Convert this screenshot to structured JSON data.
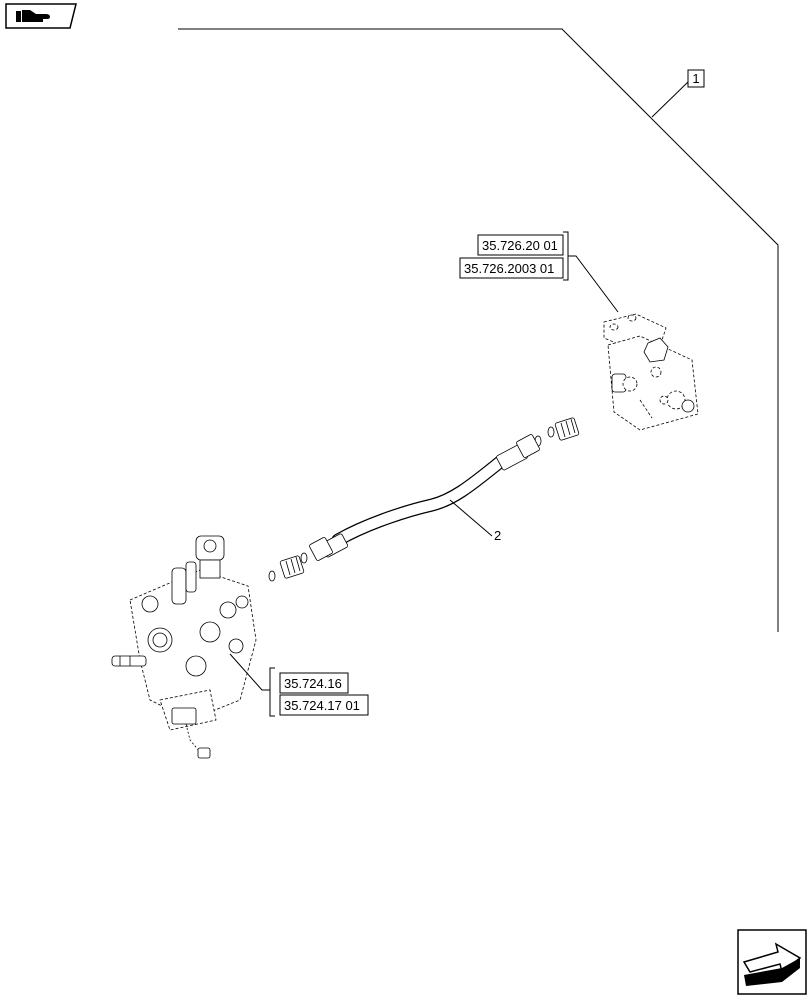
{
  "callouts": {
    "item_1": "1",
    "item_2": "2"
  },
  "references": {
    "valve_top_a": "35.726.20 01",
    "valve_top_b": "35.726.2003 01",
    "valve_bottom_a": "35.724.16",
    "valve_bottom_b": "35.724.17 01"
  },
  "icons": {
    "top_left": "pointing-hand-icon",
    "bottom_right": "next-page-arrow-icon"
  }
}
